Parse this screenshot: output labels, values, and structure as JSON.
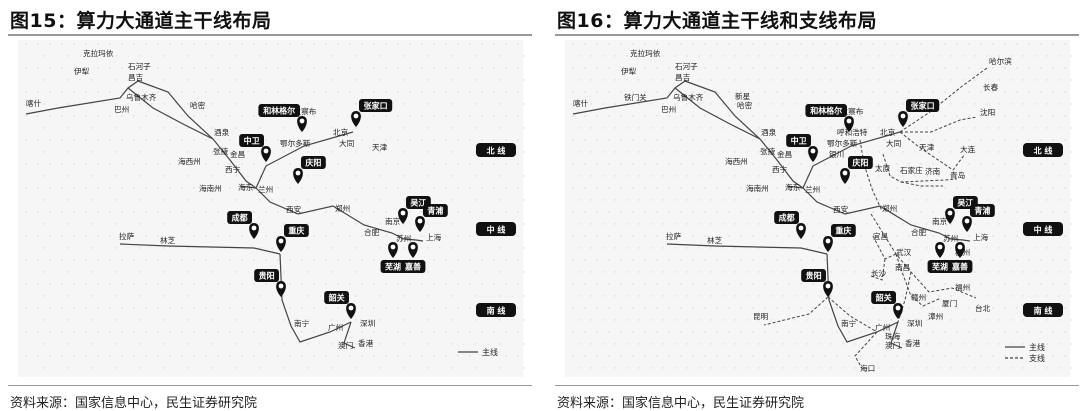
{
  "panels": [
    {
      "title": "图15：算力大通道主干线布局",
      "source": "资料来源：国家信息中心，民生证券研究院",
      "legend": [
        {
          "label": "主线",
          "style": "solid"
        }
      ],
      "regions": [
        "北 线",
        "中 线",
        "南 线"
      ],
      "hubs": [
        "和林格尔",
        "张家口",
        "中卫",
        "庆阳",
        "成都",
        "重庆",
        "贵阳",
        "韶关",
        "芜湖",
        "吴江",
        "青浦",
        "嘉善"
      ],
      "cities": [
        "克拉玛依",
        "伊犁",
        "石河子",
        "昌吉",
        "喀什",
        "乌鲁木齐",
        "巴州",
        "哈密",
        "乌兰察布",
        "北京",
        "大同",
        "天津",
        "鄂尔多斯",
        "酒泉",
        "金昌",
        "张掖",
        "海西州",
        "西宁",
        "海南州",
        "海东",
        "兰州",
        "西安",
        "郑州",
        "合肥",
        "南京",
        "苏州",
        "上海",
        "拉萨",
        "林芝",
        "南宁",
        "广州",
        "深圳",
        "澳门",
        "香港"
      ]
    },
    {
      "title": "图16：算力大通道主干线和支线布局",
      "source": "资料来源：国家信息中心，民生证券研究院",
      "legend": [
        {
          "label": "主线",
          "style": "solid"
        },
        {
          "label": "支线",
          "style": "dashed"
        }
      ],
      "regions": [
        "北 线",
        "中 线",
        "南 线"
      ],
      "hubs": [
        "和林格尔",
        "张家口",
        "中卫",
        "庆阳",
        "成都",
        "重庆",
        "贵阳",
        "韶关",
        "芜湖",
        "吴江",
        "青浦",
        "嘉善"
      ],
      "cities": [
        "克拉玛依",
        "伊犁",
        "石河子",
        "昌吉",
        "喀什",
        "铁门关",
        "乌鲁木齐",
        "巴州",
        "新星",
        "哈密",
        "乌兰察布",
        "呼和浩特",
        "北京",
        "大同",
        "天津",
        "鄂尔多斯",
        "银川",
        "酒泉",
        "金昌",
        "张掖",
        "海西州",
        "西宁",
        "海南州",
        "海东",
        "兰州",
        "西安",
        "郑州",
        "太原",
        "石家庄",
        "济南",
        "青岛",
        "哈尔滨",
        "长春",
        "沈阳",
        "大连",
        "宜昌",
        "武汉",
        "合肥",
        "南京",
        "苏州",
        "上海",
        "杭州",
        "拉萨",
        "林芝",
        "长沙",
        "南昌",
        "福州",
        "厦门",
        "漳州",
        "台北",
        "赣州",
        "昆明",
        "南宁",
        "广州",
        "珠海",
        "深圳",
        "澳门",
        "香港",
        "海口"
      ]
    }
  ]
}
